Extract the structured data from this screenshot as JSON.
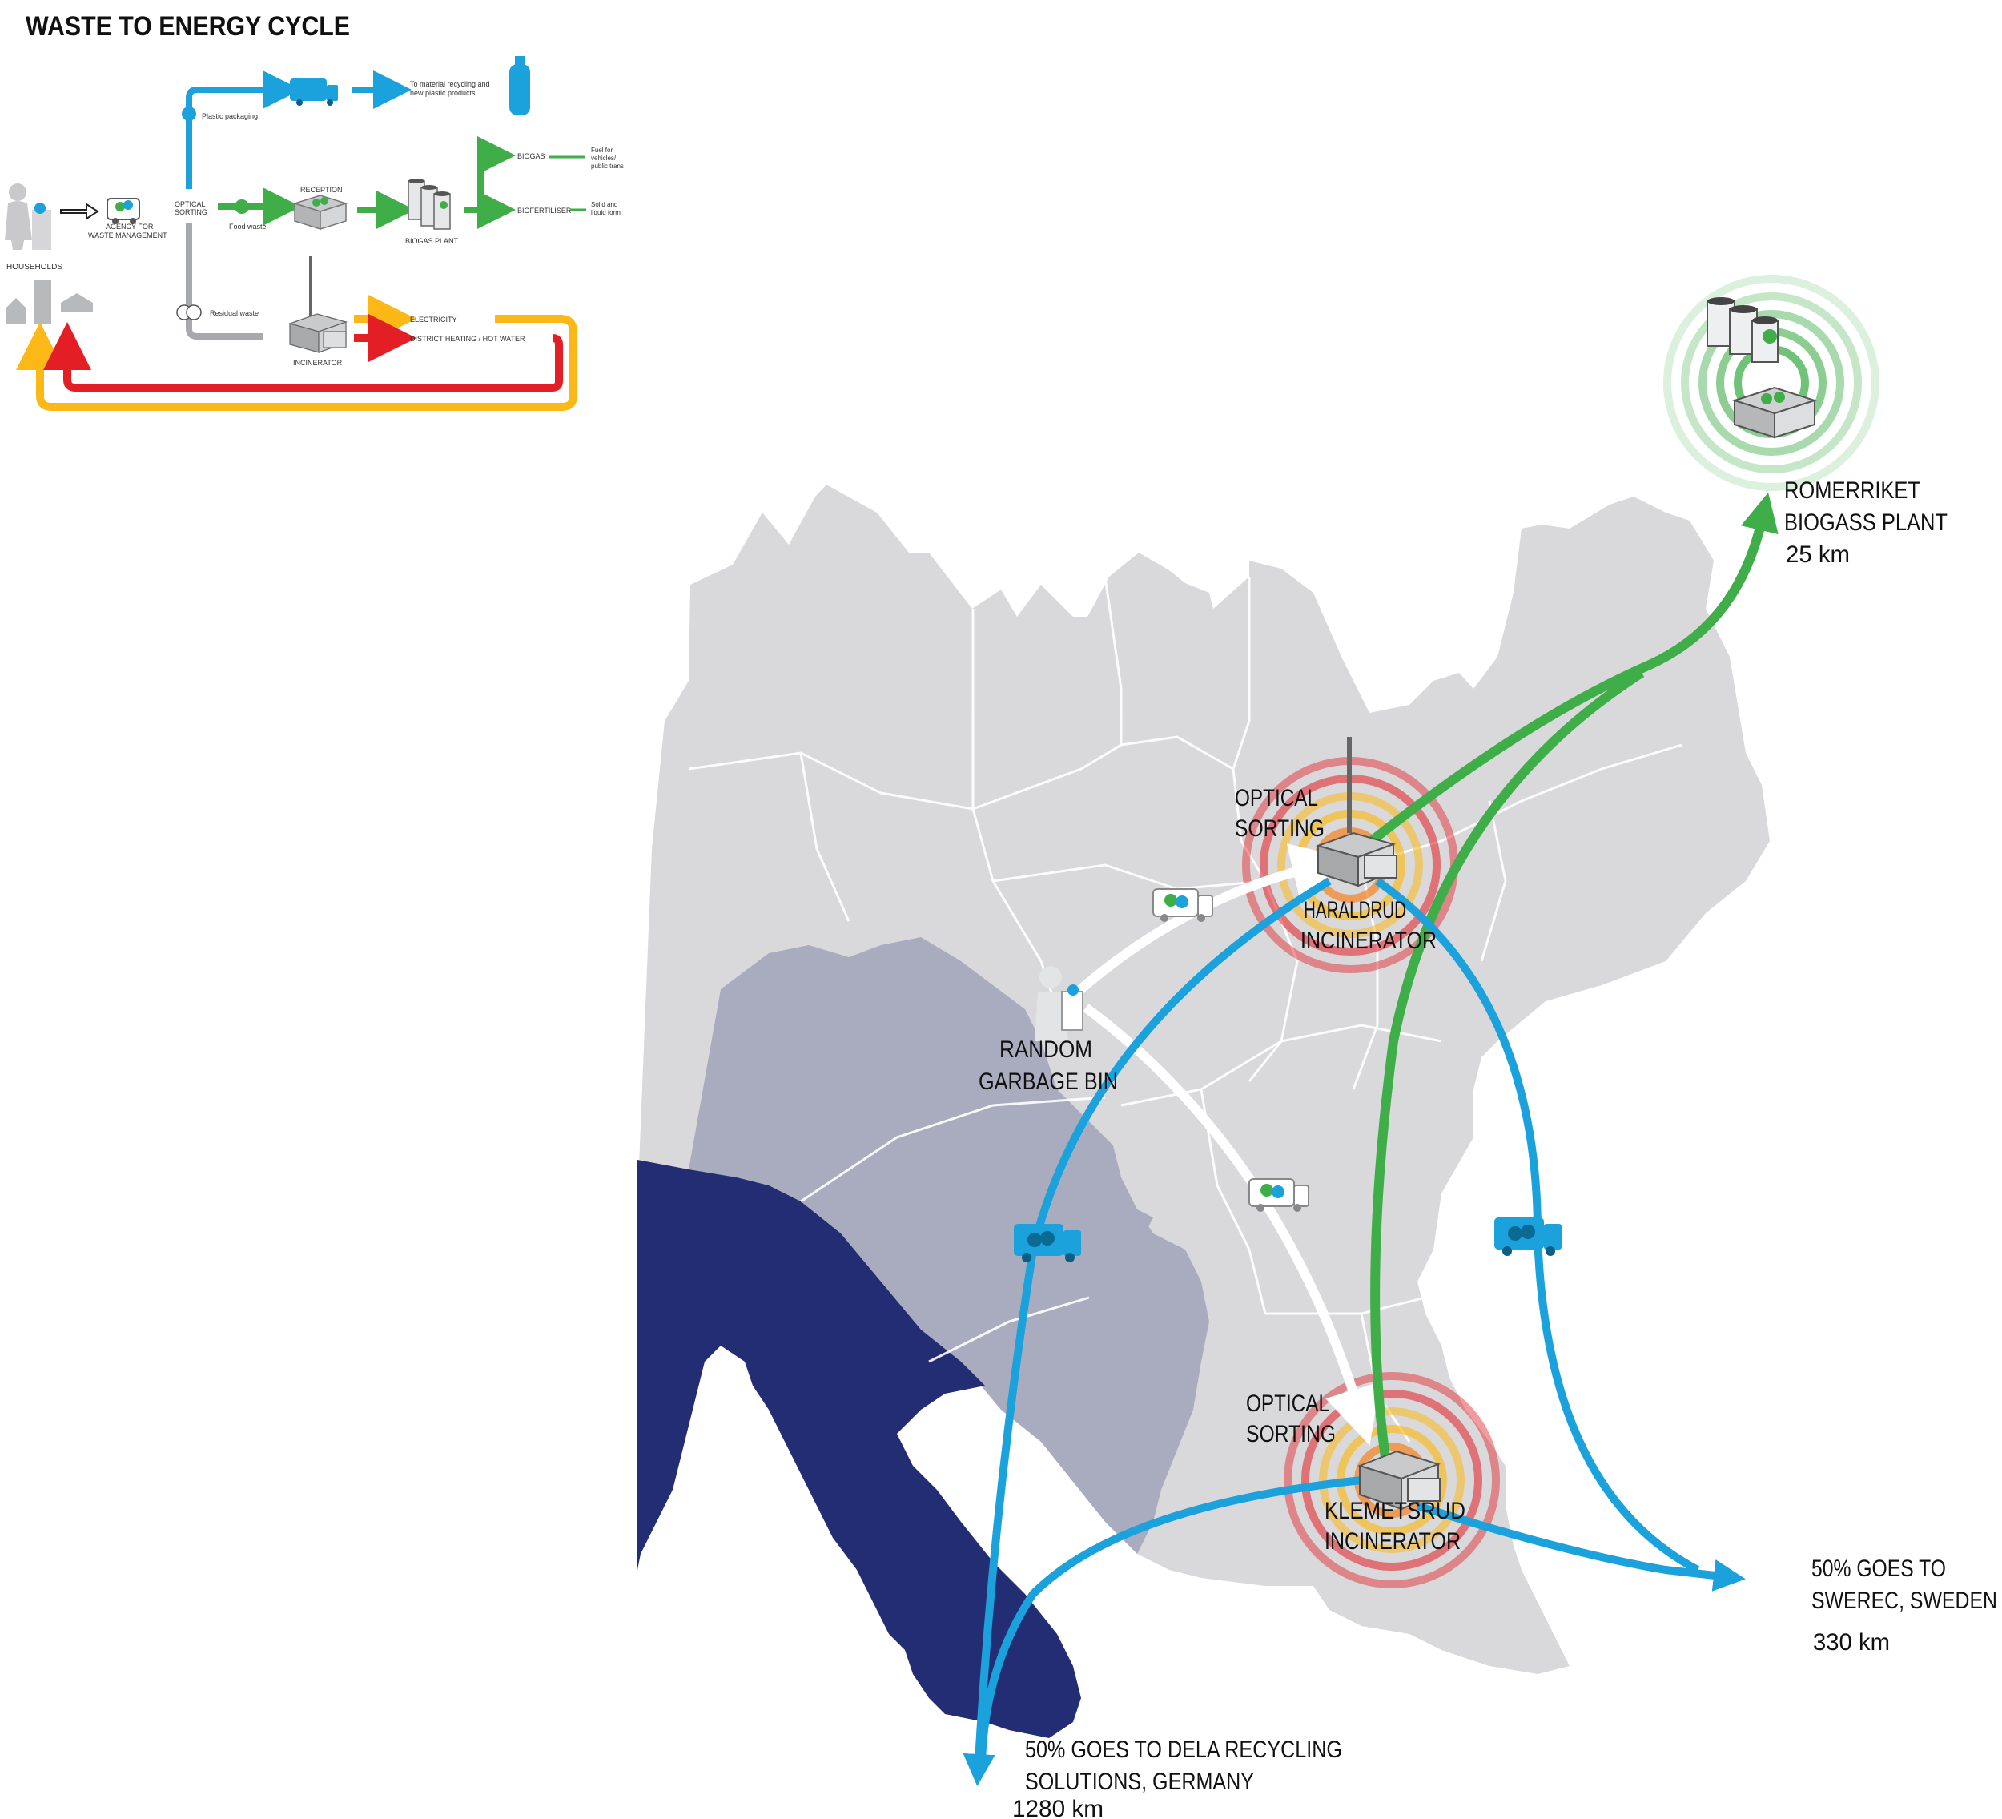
{
  "diagram": {
    "title": "WASTE TO ENERGY CYCLE",
    "flow": {
      "households": "HOUSEHOLDS",
      "agency_line1": "AGENCY FOR",
      "agency_line2": "WASTE MANAGEMENT",
      "optical_line1": "OPTICAL",
      "optical_line2": "SORTING",
      "plastic_packaging": "Plastic packaging",
      "material_line1": "To material recycling and",
      "material_line2": "new plastic products",
      "food_waste": "Food waste",
      "reception": "RECEPTION",
      "biogas_plant": "BIOGAS PLANT",
      "biogas": "BIOGAS",
      "fuel_line1": "Fuel for",
      "fuel_line2": "vehicles/",
      "fuel_line3": "public trans",
      "biofertiliser": "BIOFERTILISER",
      "solid_line1": "Solid and",
      "solid_line2": "liquid form",
      "residual_waste": "Residual waste",
      "incinerator": "INCINERATOR",
      "electricity": "ELECTRICITY",
      "district_heating": "DISTRICT HEATING / HOT WATER"
    },
    "colors": {
      "plastic": "#1ba1dc",
      "food": "#3fae49",
      "residual": "#a7a9ac",
      "electricity": "#fbb817",
      "heating": "#e31e24",
      "sea": "#232d73",
      "land": "#d9d9db",
      "bay": "#a9acbe"
    }
  },
  "map": {
    "romerriket_line1": "ROMERRIKET",
    "romerriket_line2": "BIOGASS PLANT",
    "romerriket_distance": "25 km",
    "optical_line1": "OPTICAL",
    "optical_line2": "SORTING",
    "haraldrud_line1": "HARALDRUD",
    "haraldrud_line2": "INCINERATOR",
    "klemetsrud_line1": "KLEMETSRUD",
    "klemetsrud_line2": "INCINERATOR",
    "bin_line1": "RANDOM",
    "bin_line2": "GARBAGE BIN",
    "swerec_line1": "50% GOES TO",
    "swerec_line2": "SWEREC, SWEDEN",
    "swerec_distance": "330 km",
    "dela_line1": "50% GOES TO DELA RECYCLING",
    "dela_line2": "SOLUTIONS, GERMANY",
    "dela_distance": "1280 km"
  }
}
